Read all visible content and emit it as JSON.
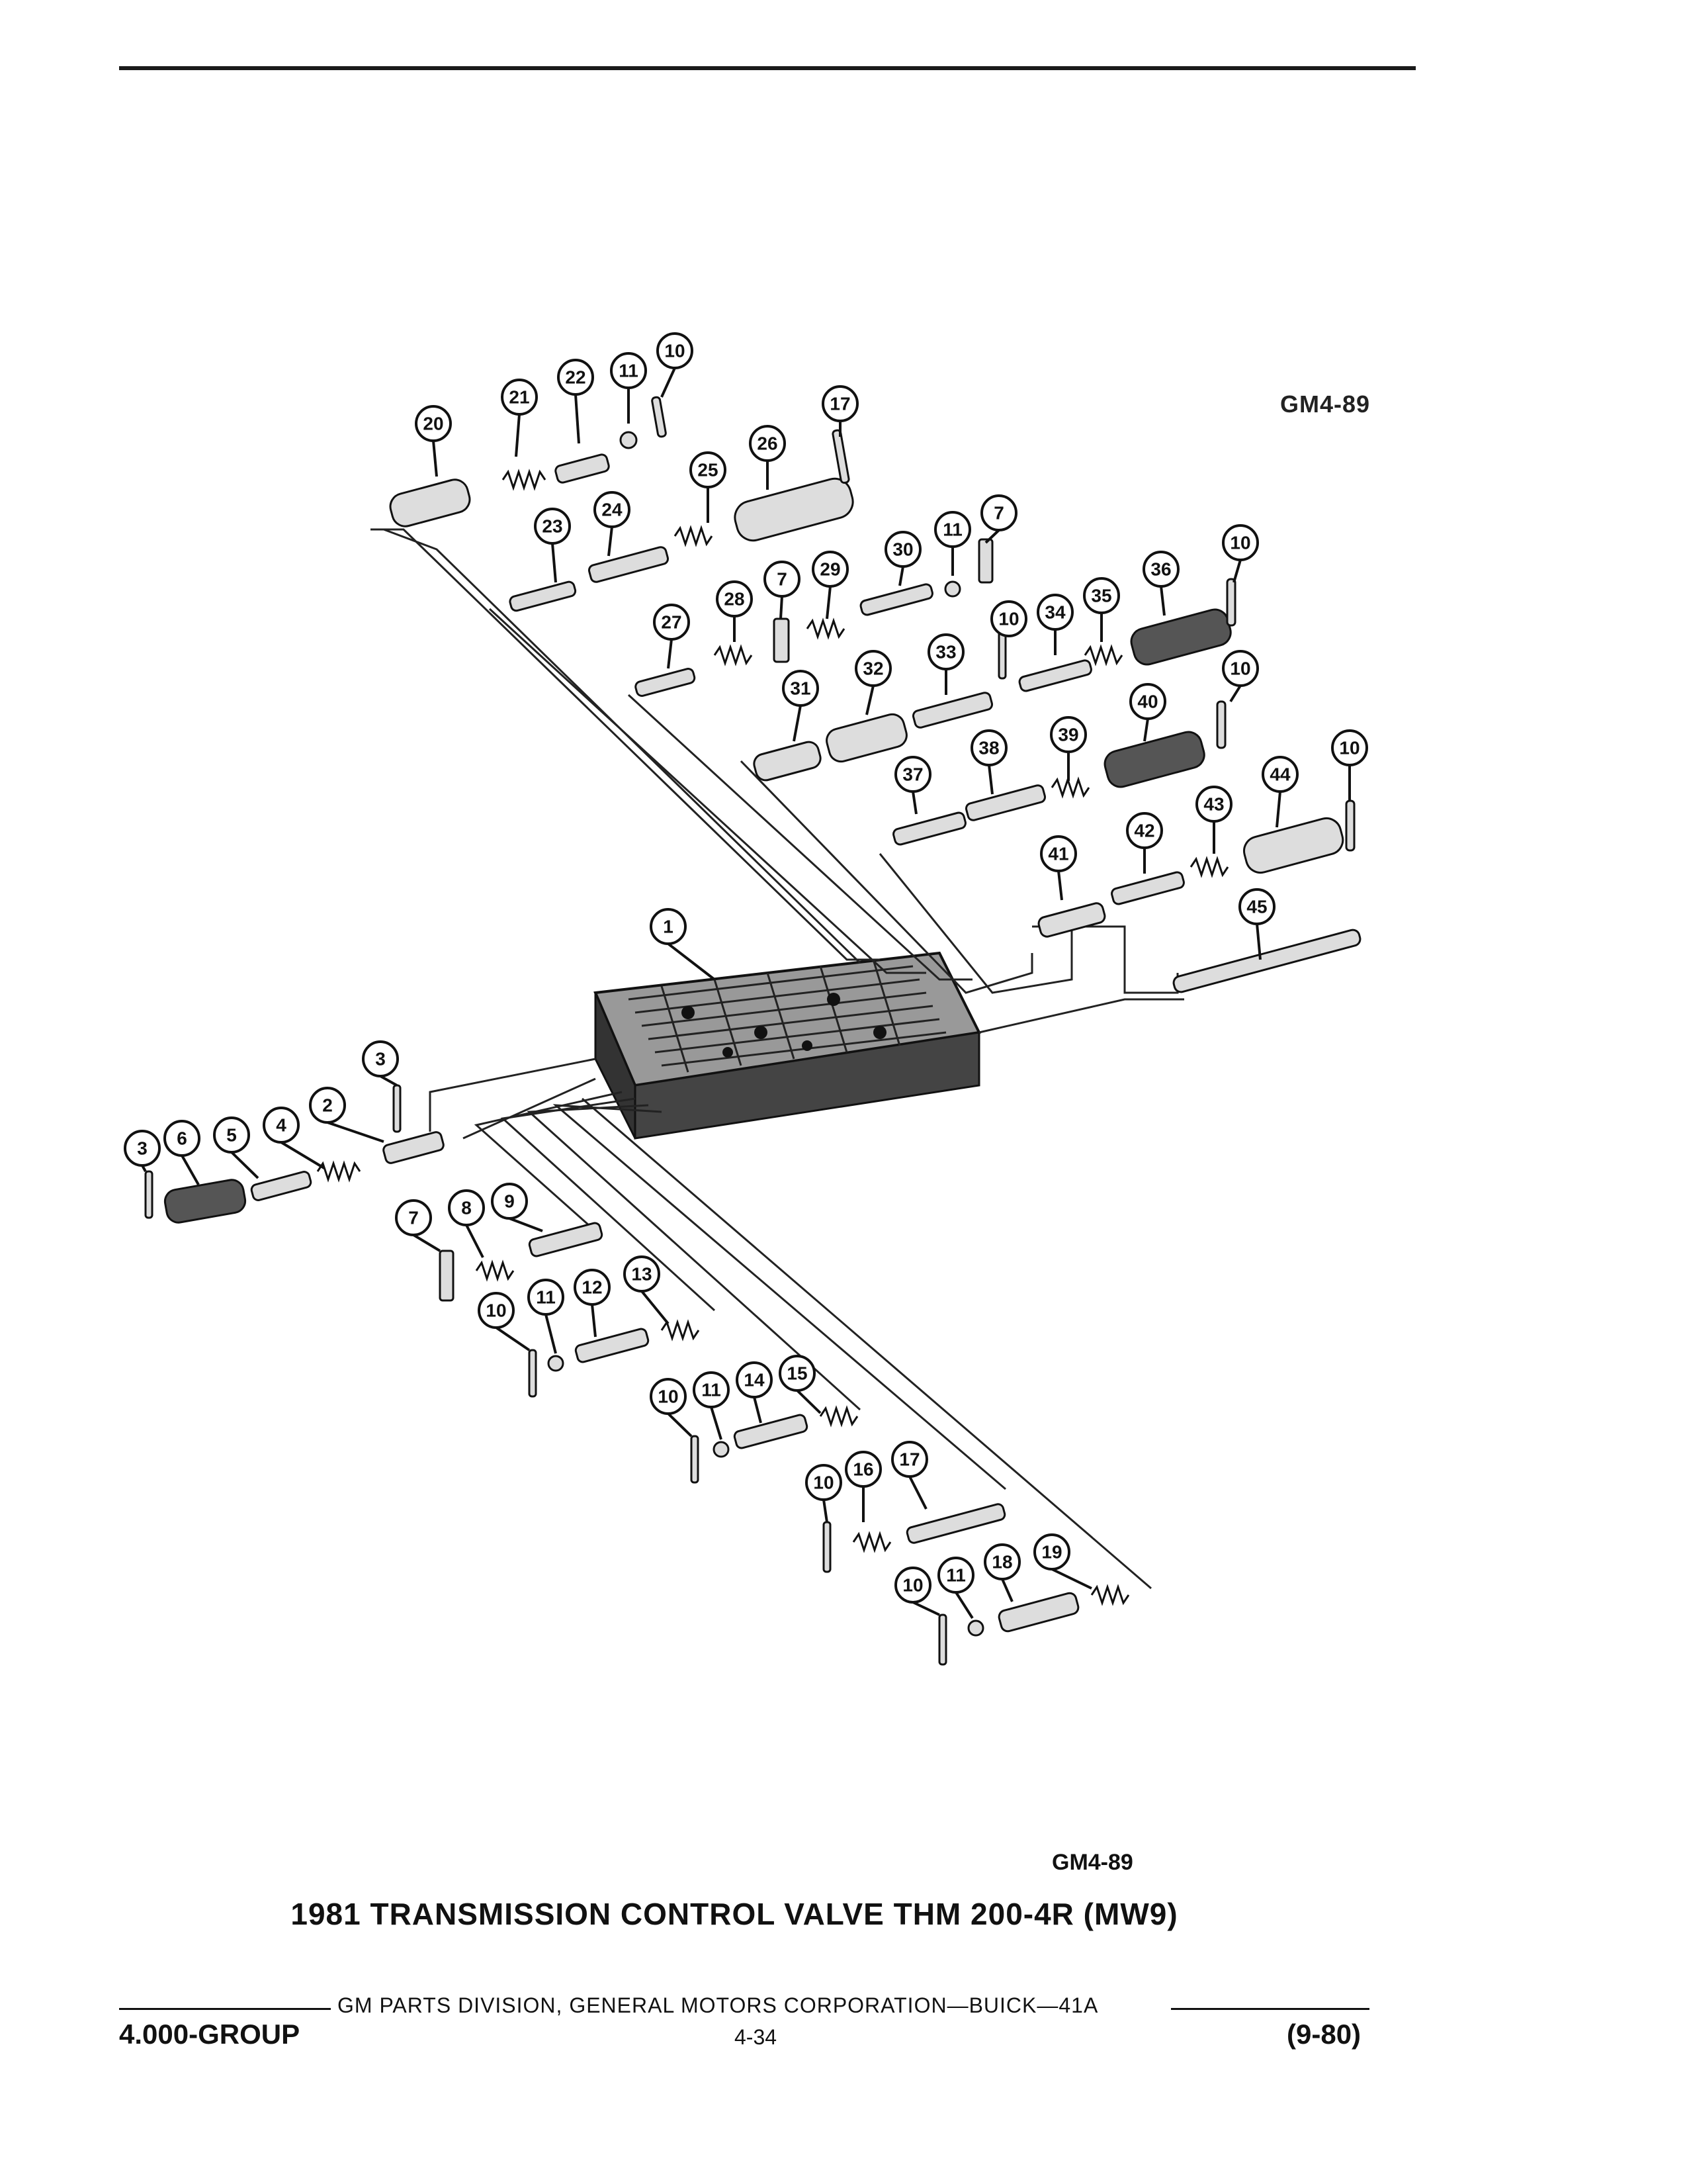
{
  "figure_code_top": "GM4-89",
  "figure_code_bottom": "GM4-89",
  "caption": "1981 TRANSMISSION CONTROL VALVE THM 200-4R (MW9)",
  "footer": {
    "organization": "GM PARTS DIVISION, GENERAL MOTORS CORPORATION—BUICK—41A",
    "group": "4.000-GROUP",
    "page": "4-34",
    "date": "(9-80)"
  },
  "callouts": [
    "20",
    "21",
    "22",
    "11",
    "10",
    "17",
    "26",
    "25",
    "23",
    "24",
    "30",
    "11",
    "7",
    "27",
    "28",
    "7",
    "29",
    "10",
    "34",
    "35",
    "36",
    "10",
    "31",
    "32",
    "33",
    "10",
    "40",
    "37",
    "38",
    "39",
    "44",
    "10",
    "43",
    "41",
    "42",
    "45",
    "1",
    "3",
    "3",
    "6",
    "5",
    "4",
    "2",
    "7",
    "8",
    "9",
    "10",
    "11",
    "12",
    "13",
    "10",
    "11",
    "14",
    "15",
    "10",
    "16",
    "17",
    "10",
    "11",
    "18",
    "19"
  ]
}
